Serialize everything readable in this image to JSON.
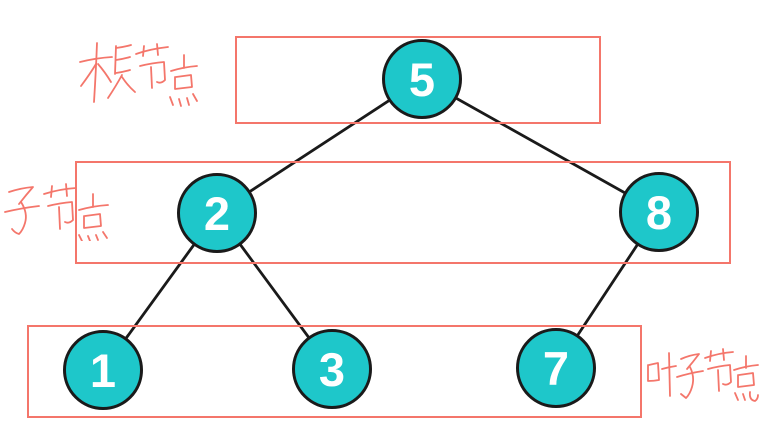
{
  "tree": {
    "nodes": [
      {
        "role": "root",
        "value": "5"
      },
      {
        "role": "left-child",
        "value": "2"
      },
      {
        "role": "right-child",
        "value": "8"
      },
      {
        "role": "leaf",
        "value": "1"
      },
      {
        "role": "leaf",
        "value": "3"
      },
      {
        "role": "leaf",
        "value": "7"
      }
    ],
    "edges": [
      {
        "from": "5",
        "to": "2"
      },
      {
        "from": "5",
        "to": "8"
      },
      {
        "from": "2",
        "to": "1"
      },
      {
        "from": "2",
        "to": "3"
      },
      {
        "from": "8",
        "to": "7"
      }
    ]
  },
  "annotations": [
    {
      "text": "根节点"
    },
    {
      "text": "子节点"
    },
    {
      "text": "叶子节点"
    }
  ],
  "colors": {
    "node_fill": "#1ec7ca",
    "node_border": "#1a1a1a",
    "edge_line": "#1a1a1a",
    "node_text": "#ffffff",
    "level_box": "#f4766b",
    "handwriting": "#f4766b",
    "background": "#ffffff"
  }
}
